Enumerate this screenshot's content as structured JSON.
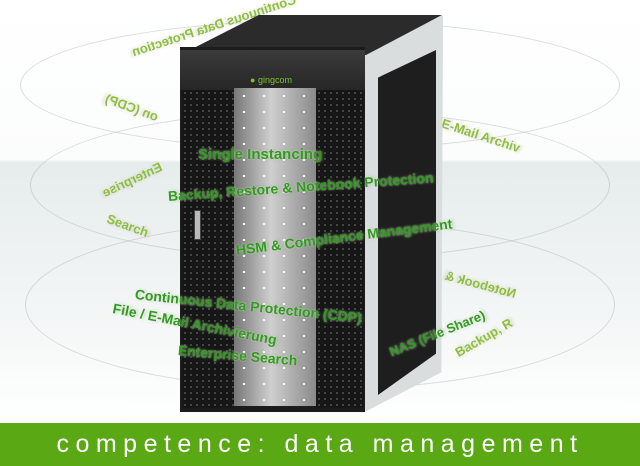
{
  "brand": {
    "logo_text": "gingcom"
  },
  "features": [
    "Single Instancing",
    "Backup, Restore & Notebook Protection",
    "HSM & Compliance Management",
    "Continuous Data Protection (CDP)",
    "File / E-Mail Archivierung",
    "Enterprise Search",
    "NAS (File Share)"
  ],
  "ghost_labels": [
    "Continuous Data Protection",
    "on (CDP)",
    "E-Mail Archiv",
    "Enterprise",
    "Search",
    "Notebook & ...",
    "Backup, R"
  ],
  "banner": {
    "text": "competence: data management",
    "color": "#5aa814"
  }
}
